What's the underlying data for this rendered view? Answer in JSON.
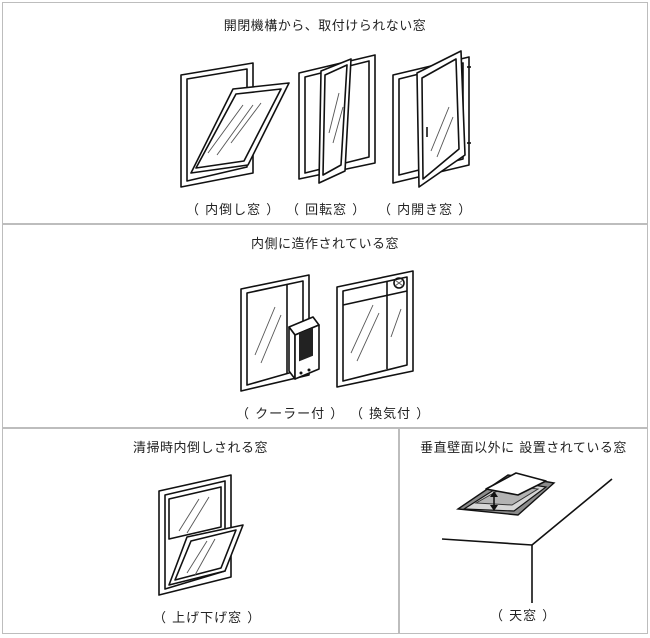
{
  "sections": {
    "opening_mechanism": {
      "title": "開閉機構から、取付けられない窓",
      "captions": [
        "（ 内倒し窓 ）",
        "（ 回転窓 ）",
        "（ 内開き窓 ）"
      ]
    },
    "inside_fixtures": {
      "title": "内側に造作されている窓",
      "captions": [
        "（ クーラー付 ）",
        "（ 換気付 ）"
      ]
    },
    "cleaning": {
      "title": "清掃時内倒しされる窓",
      "captions": [
        "（ 上げ下げ窓 ）"
      ]
    },
    "non_vertical": {
      "title": "垂直壁面以外に 設置されている窓",
      "captions": [
        "（ 天窓 ）"
      ]
    }
  }
}
